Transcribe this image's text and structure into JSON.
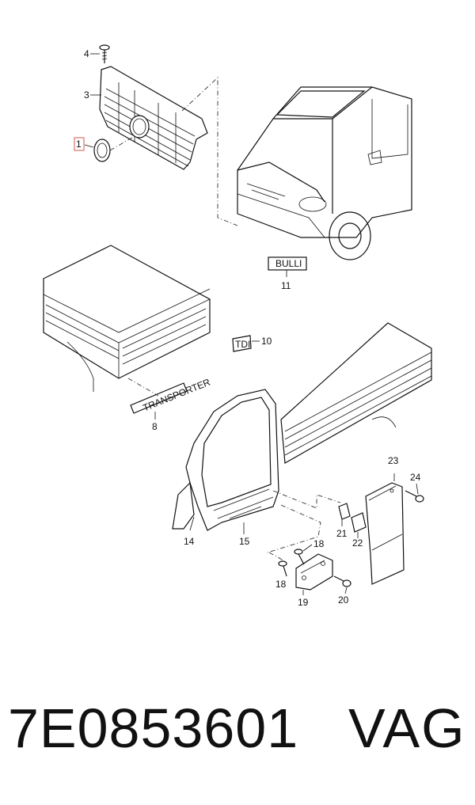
{
  "callouts": {
    "c1": "1",
    "c3": "3",
    "c4": "4",
    "c8": "8",
    "c10": "10",
    "c11": "11",
    "c14": "14",
    "c15": "15",
    "c18a": "18",
    "c18b": "18",
    "c19": "19",
    "c20": "20",
    "c21": "21",
    "c22": "22",
    "c23": "23",
    "c24": "24"
  },
  "badges": {
    "bulli": "BULLI",
    "transporter": "TRANSPORTER",
    "tdi": "TDI"
  },
  "footer": {
    "part_number": "7E0853601",
    "brand": "VAG"
  },
  "highlight_color": "#d9534f"
}
